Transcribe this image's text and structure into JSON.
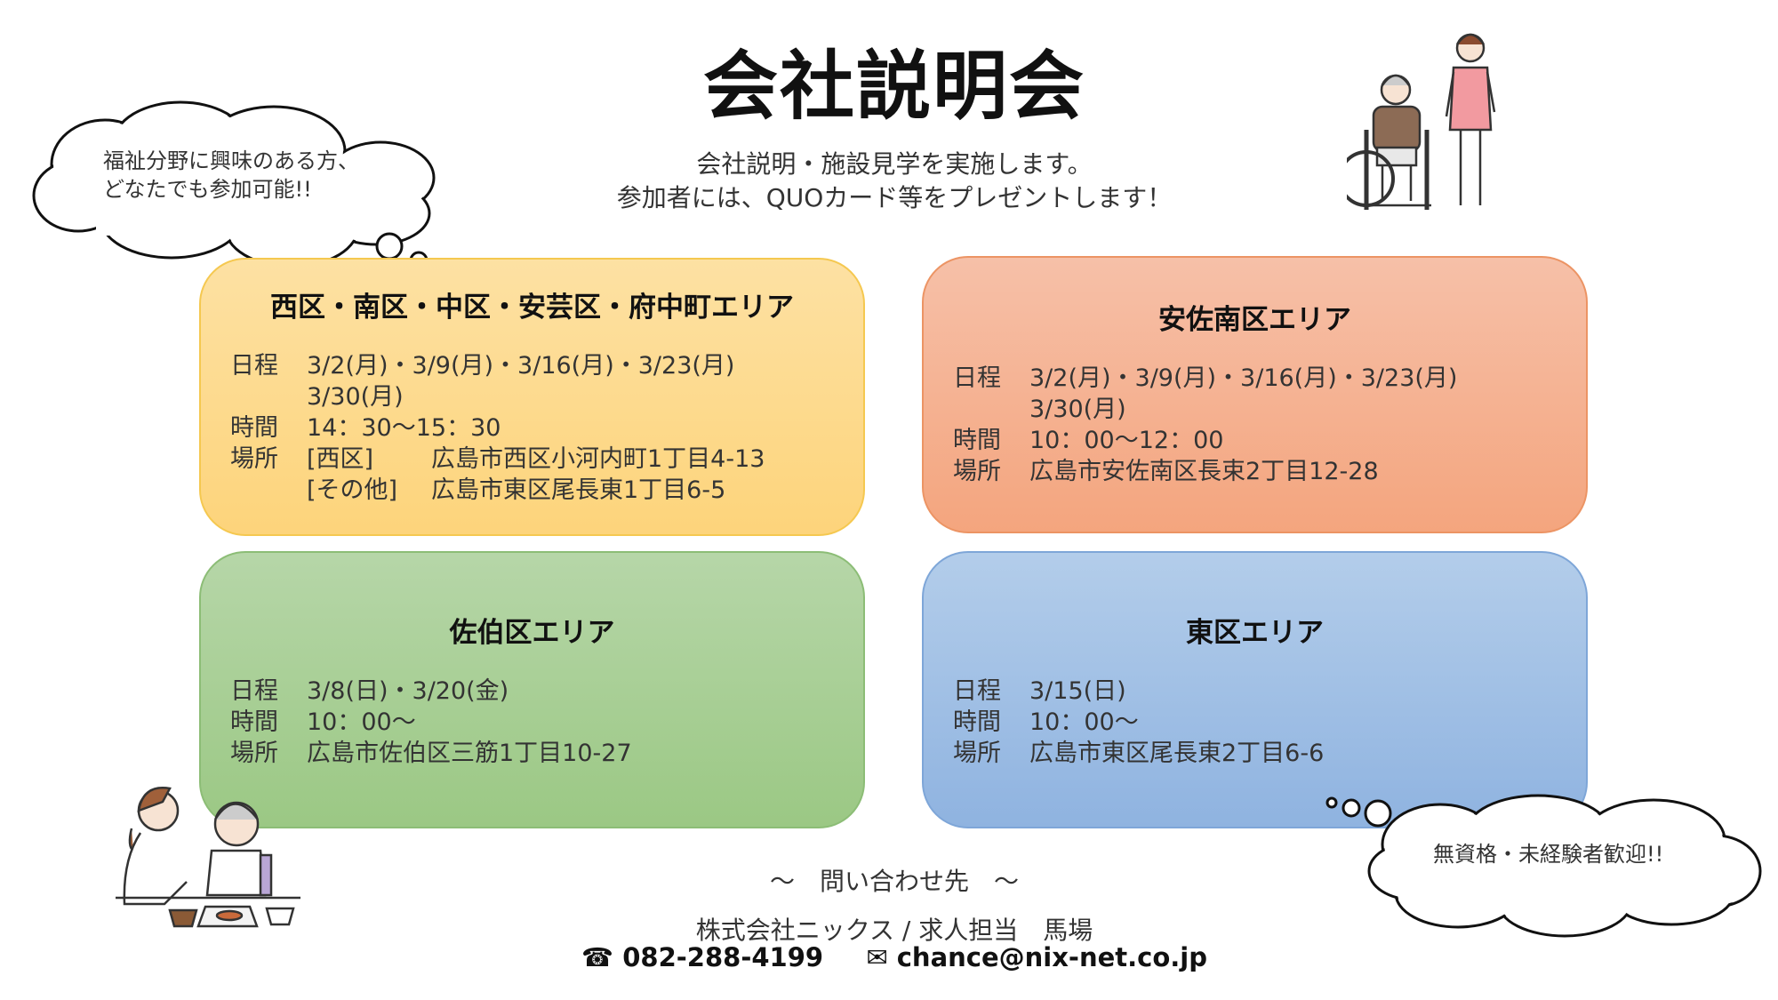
{
  "header": {
    "title": "会社説明会",
    "subtitle_line1": "会社説明・施設見学を実施します。",
    "subtitle_line2": "参加者には、QUOカード等をプレゼントします！"
  },
  "bubbles": {
    "left_line1": "福祉分野に興味のある方、",
    "left_line2": "どなたでも参加可能!!",
    "right": "無資格・未経験者歓迎!!"
  },
  "labels": {
    "schedule": "日程",
    "time": "時間",
    "place": "場所"
  },
  "areas": [
    {
      "title": "西区・南区・中区・安芸区・府中町エリア",
      "schedule_line1": "3/2(月)・3/9(月)・3/16(月)・3/23(月)",
      "schedule_line2": "3/30(月)",
      "time": "14：30～15：30",
      "places": [
        {
          "tag": "[西区]",
          "address": "広島市西区小河内町1丁目4-13"
        },
        {
          "tag": "[その他]",
          "address": "広島市東区尾長東1丁目6-5"
        }
      ]
    },
    {
      "title": "安佐南区エリア",
      "schedule_line1": "3/2(月)・3/9(月)・3/16(月)・3/23(月)",
      "schedule_line2": "3/30(月)",
      "time": "10：00～12：00",
      "place": "広島市安佐南区長束2丁目12-28"
    },
    {
      "title": "佐伯区エリア",
      "schedule_line1": "3/8(日)・3/20(金)",
      "time": "10：00～",
      "place": "広島市佐伯区三筋1丁目10-27"
    },
    {
      "title": "東区エリア",
      "schedule_line1": "3/15(日)",
      "time": "10：00～",
      "place": "広島市東区尾長東2丁目6-6"
    }
  ],
  "footer": {
    "heading": "～　問い合わせ先　～",
    "company": "株式会社ニックス / 求人担当　馬場",
    "phone": "082-288-4199",
    "email": "chance@nix-net.co.jp",
    "phone_icon": "☎",
    "mail_icon": "✉"
  },
  "colors": {
    "yellow": "#fdd47b",
    "orange": "#f4a57e",
    "green": "#9bc884",
    "blue": "#8fb3e0"
  }
}
